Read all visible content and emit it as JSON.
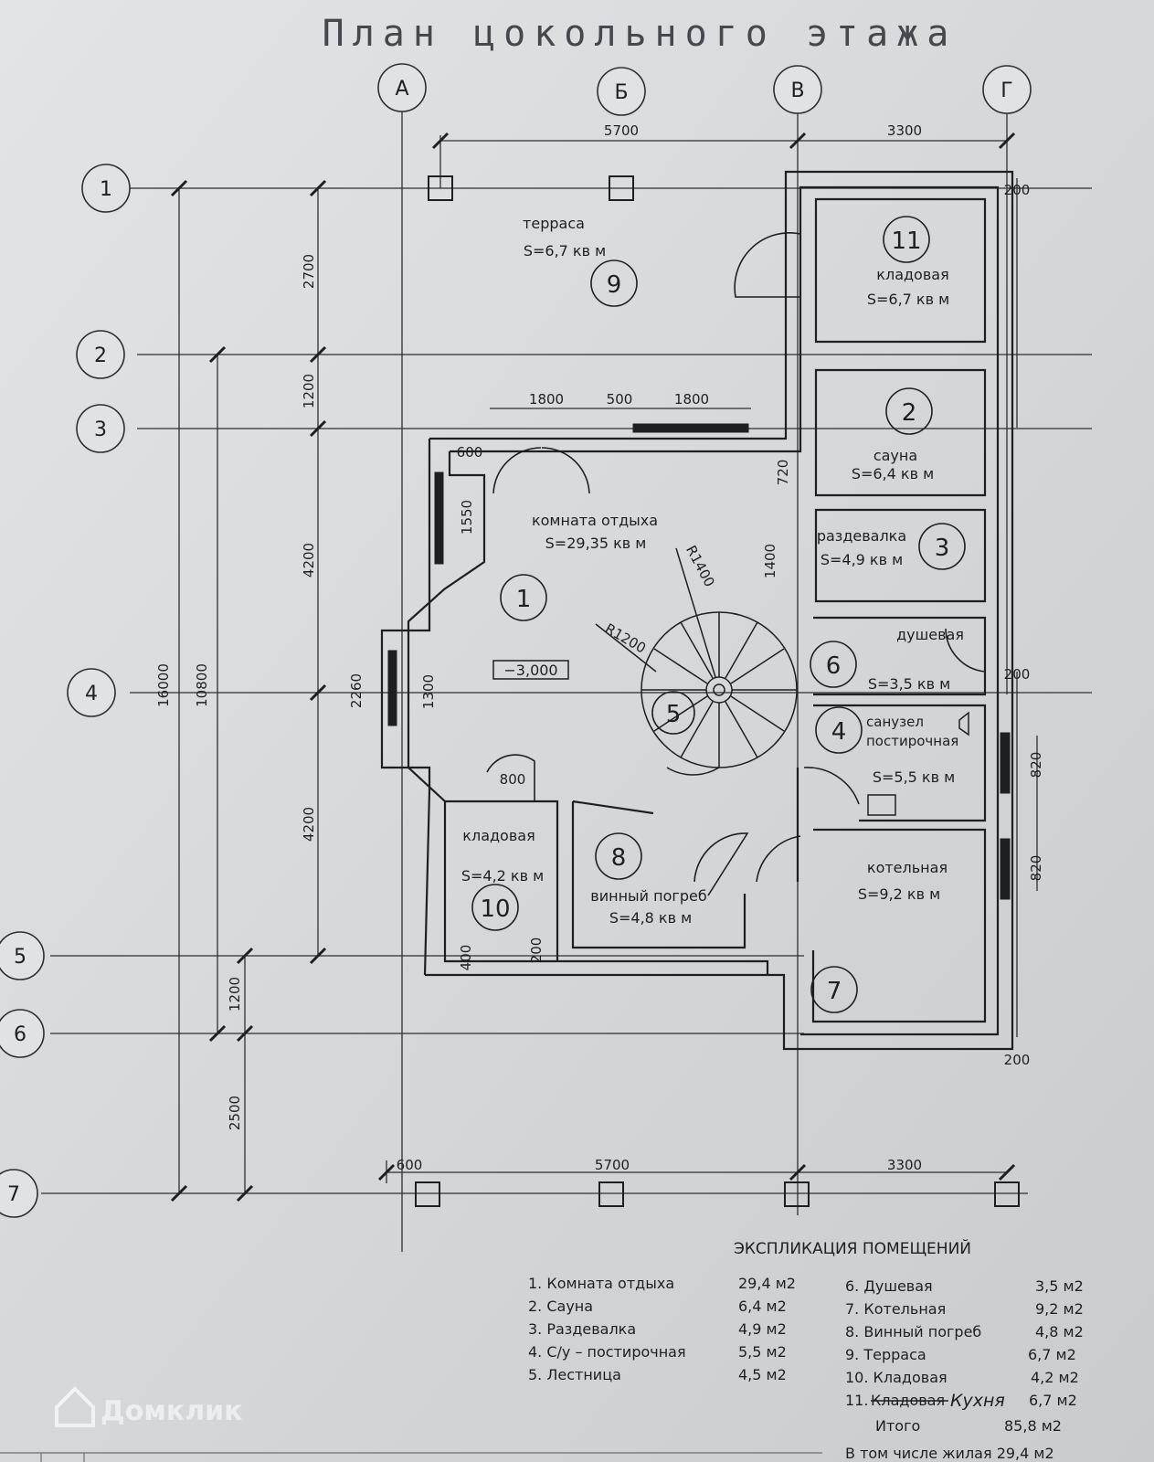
{
  "title": "План цокольного этажа",
  "axes": {
    "columns": [
      "А",
      "Б",
      "В",
      "Г"
    ],
    "rows": [
      "1",
      "2",
      "3",
      "4",
      "5",
      "6",
      "7"
    ]
  },
  "dimensions": {
    "top": [
      "5700",
      "3300"
    ],
    "bottom": [
      "600",
      "5700",
      "3300"
    ],
    "left_chain": [
      "2700",
      "1200",
      "4200",
      "4200"
    ],
    "left_outer": [
      "16000",
      "10800",
      "1200",
      "2500"
    ],
    "window_top": [
      "1800",
      "500",
      "1800"
    ],
    "misc": [
      "600",
      "1550",
      "2260",
      "1300",
      "720",
      "1400",
      "R1400",
      "R1200",
      "800",
      "400",
      "200",
      "820",
      "820",
      "200",
      "200",
      "200"
    ]
  },
  "level_mark": "−3,000",
  "rooms": [
    {
      "num": "9",
      "name": "терраса",
      "area": "S=6,7 кв м"
    },
    {
      "num": "11",
      "name": "кладовая",
      "area": "S=6,7 кв м"
    },
    {
      "num": "2",
      "name": "сауна",
      "area": "S=6,4 кв м"
    },
    {
      "num": "1",
      "name": "комната отдыха",
      "area": "S=29,35 кв м"
    },
    {
      "num": "3",
      "name": "раздевалка",
      "area": "S=4,9 кв м"
    },
    {
      "num": "6",
      "name": "душевая",
      "area": "S=3,5 кв м"
    },
    {
      "num": "4",
      "name": "санузел постирочная",
      "area": "S=5,5 кв м"
    },
    {
      "num": "5",
      "name": "",
      "area": ""
    },
    {
      "num": "10",
      "name": "кладовая",
      "area": "S=4,2 кв м"
    },
    {
      "num": "8",
      "name": "винный погреб",
      "area": "S=4,8 кв м"
    },
    {
      "num": "7",
      "name": "котельная",
      "area": "S=9,2 кв м"
    }
  ],
  "explication": {
    "header": "ЭКСПЛИКАЦИЯ ПОМЕЩЕНИЙ",
    "left": [
      {
        "label": "1.  Комната отдыха",
        "value": "29,4  м2"
      },
      {
        "label": "2.  Сауна",
        "value": "6,4  м2"
      },
      {
        "label": "3.  Раздевалка",
        "value": "4,9  м2"
      },
      {
        "label": "4.  С/у – постирочная",
        "value": "5,5  м2"
      },
      {
        "label": "5.  Лестница",
        "value": "4,5  м2"
      }
    ],
    "right": [
      {
        "label": "6.  Душевая",
        "value": "3,5  м2"
      },
      {
        "label": "7.  Котельная",
        "value": "9,2  м2"
      },
      {
        "label": "8.  Винный погреб",
        "value": "4,8  м2"
      },
      {
        "label": "9.  Терраса",
        "value": "6,7  м2"
      },
      {
        "label": "10. Кладовая",
        "value": "4,2  м2"
      }
    ],
    "item11_num": "11.",
    "item11_struck": "Кладовая",
    "item11_hand": "Кухня",
    "item11_value": "6,7  м2",
    "total_label": "Итого",
    "total_value": "85,8  м2",
    "living": "В том числе жилая 29,4  м2"
  },
  "watermark": "Домклик"
}
